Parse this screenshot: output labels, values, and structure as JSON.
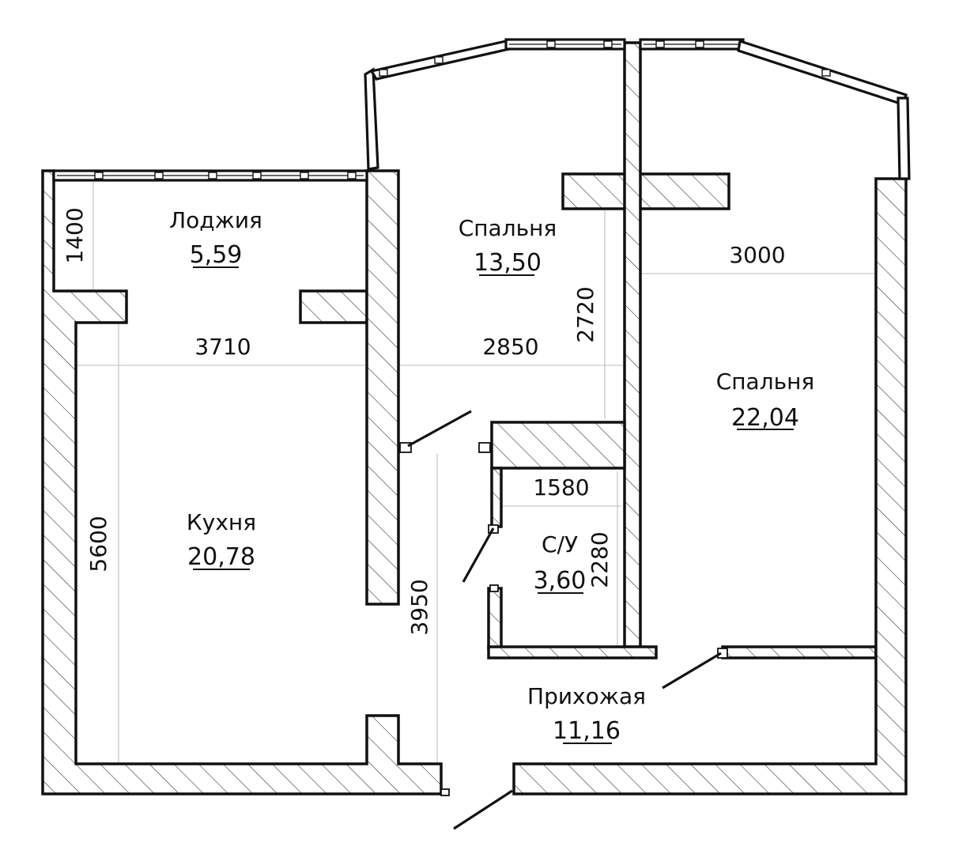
{
  "rooms": [
    {
      "id": "loggia",
      "name": "Лоджия",
      "area": "5,59"
    },
    {
      "id": "bedroom-1",
      "name": "Спальня",
      "area": "13,50"
    },
    {
      "id": "bedroom-2",
      "name": "Спальня",
      "area": "22,04"
    },
    {
      "id": "kitchen",
      "name": "Кухня",
      "area": "20,78"
    },
    {
      "id": "bathroom",
      "name": "С/У",
      "area": "3,60"
    },
    {
      "id": "hallway",
      "name": "Прихожая",
      "area": "11,16"
    }
  ],
  "dimensions": {
    "loggia_depth": "1400",
    "kitchen_width": "3710",
    "bedroom1_width": "2850",
    "bedroom1_depth": "2720",
    "bedroom2_width": "3000",
    "bathroom_width": "1580",
    "bathroom_depth": "2280",
    "kitchen_depth": "5600",
    "corridor_length": "3950"
  }
}
